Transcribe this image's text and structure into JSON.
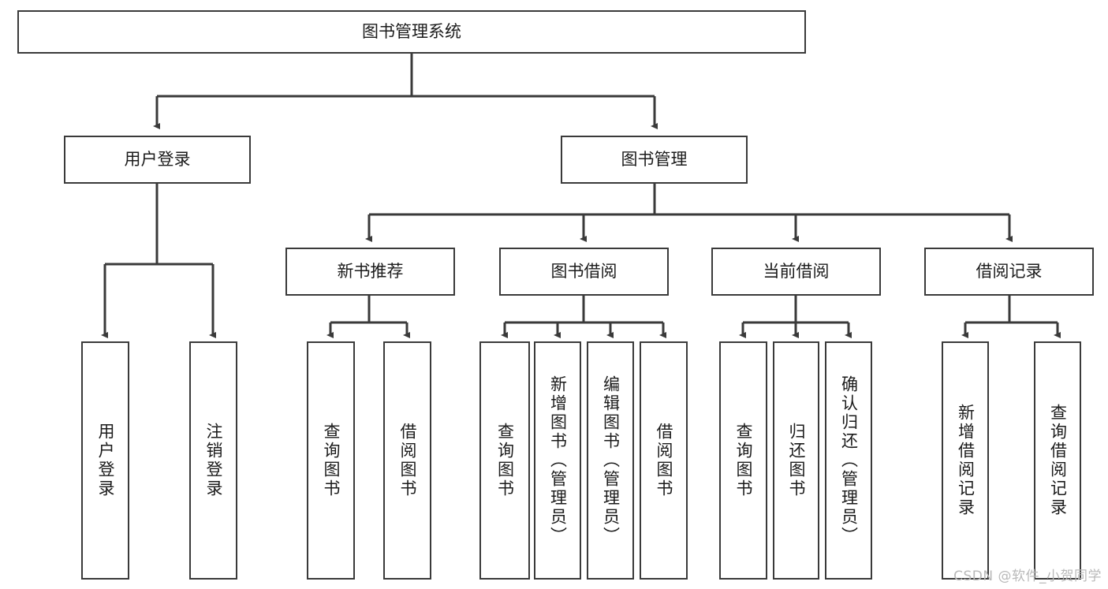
{
  "diagram": {
    "type": "tree-hierarchy-diagram",
    "title": "图书管理系统",
    "colors": {
      "stroke": "#3a3a3a",
      "fill": "#ffffff",
      "text": "#1b1b1b",
      "watermark": "#b9b9b9"
    },
    "levels": {
      "root": {
        "label": "图书管理系统"
      },
      "level2": [
        {
          "label": "用户登录"
        },
        {
          "label": "图书管理"
        }
      ],
      "level3": [
        {
          "label": "新书推荐"
        },
        {
          "label": "图书借阅"
        },
        {
          "label": "当前借阅"
        },
        {
          "label": "借阅记录"
        }
      ],
      "leaves": [
        {
          "label": "用户登录",
          "parent": "用户登录"
        },
        {
          "label": "注销登录",
          "parent": "用户登录"
        },
        {
          "label": "查询图书",
          "parent": "新书推荐"
        },
        {
          "label": "借阅图书",
          "parent": "新书推荐"
        },
        {
          "label": "查询图书",
          "parent": "图书借阅"
        },
        {
          "label": "新增图书（管理员）",
          "parent": "图书借阅"
        },
        {
          "label": "编辑图书（管理员）",
          "parent": "图书借阅"
        },
        {
          "label": "借阅图书",
          "parent": "图书借阅"
        },
        {
          "label": "查询图书",
          "parent": "当前借阅"
        },
        {
          "label": "归还图书",
          "parent": "当前借阅"
        },
        {
          "label": "确认归还（管理员）",
          "parent": "当前借阅"
        },
        {
          "label": "新增借阅记录",
          "parent": "借阅记录"
        },
        {
          "label": "查询借阅记录",
          "parent": "借阅记录"
        }
      ]
    }
  },
  "watermark": {
    "text": "CSDN @软件_小贺同学"
  }
}
